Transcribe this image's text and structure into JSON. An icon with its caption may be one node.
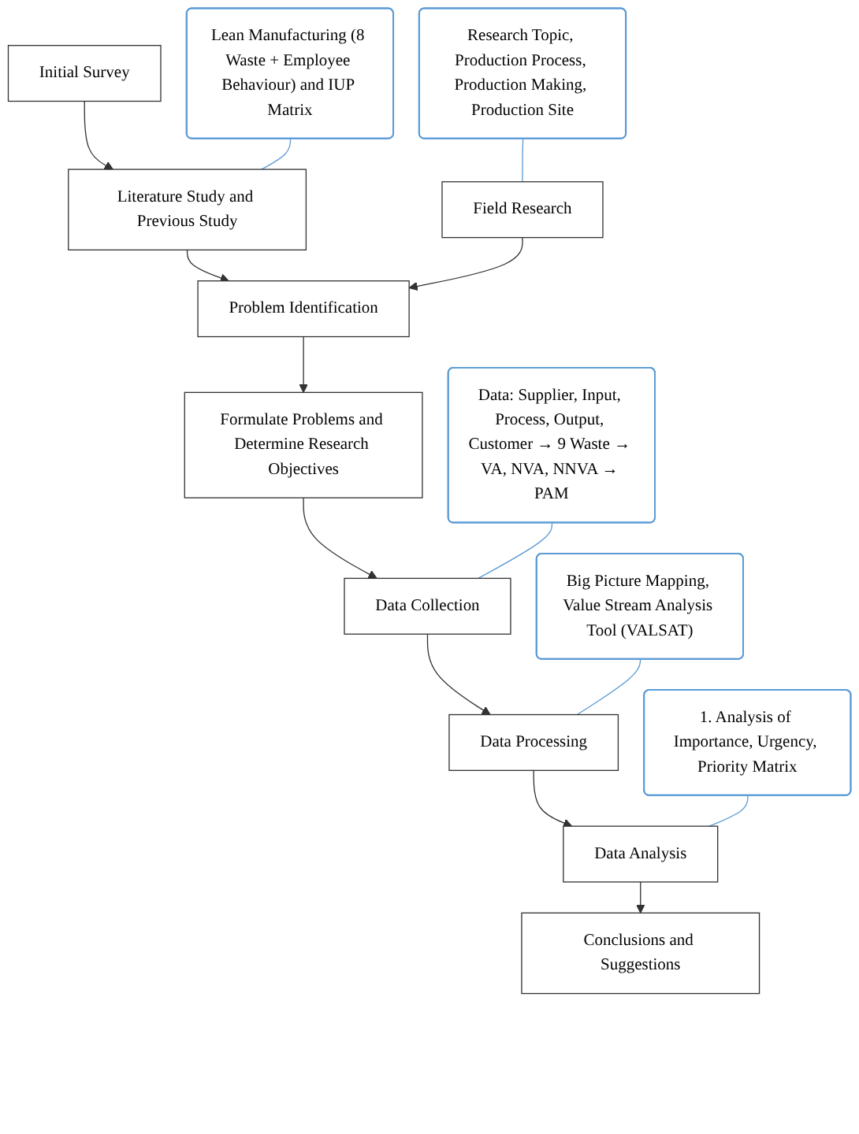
{
  "diagram": {
    "nodes": [
      {
        "text": [
          "Initial Survey"
        ]
      },
      {
        "text": [
          "Literature Study and Previous Study"
        ]
      },
      {
        "text": [
          "Research Topic, Production Process, Production Making, Production Site"
        ]
      },
      {
        "text": [
          "Lean Manufacturing (8 Waste + Employee Behaviour) and IUP Matrix"
        ]
      },
      {
        "text": [
          "Field Research"
        ]
      },
      {
        "text": [
          "Problem Identification"
        ]
      },
      {
        "text": [
          "Formulate Problems and Determine Research Objectives"
        ]
      },
      {
        "text": [
          "Data: Supplier, Input, Process, Output, Customer → 9 Waste → VA, NVA, NNVA → PAM"
        ]
      },
      {
        "text": [
          "Data Collection"
        ]
      },
      {
        "text": [
          "Big Picture Mapping, Value Stream Analysis Tool (VALSAT)"
        ]
      },
      {
        "text": [
          "Data Processing"
        ]
      },
      {
        "text": [
          "1. Analysis of Importance, Urgency, Priority Matrix"
        ]
      },
      {
        "text": [
          "Data Analysis"
        ]
      },
      {
        "text": [
          "Conclusions and Suggestions"
        ]
      }
    ],
    "edges": [
      {
        "from": 0,
        "to": 1,
        "arrow": "to"
      },
      {
        "from": 1,
        "to": 5,
        "arrow": "to"
      },
      {
        "from": 4,
        "to": 5,
        "arrow": "to"
      },
      {
        "from": 2,
        "to": 4,
        "arrow": "none",
        "color": "#5b9bd5"
      },
      {
        "from": 3,
        "to": 1,
        "arrow": "none",
        "color": "#5b9bd5"
      },
      {
        "from": 5,
        "to": 6,
        "arrow": "to"
      },
      {
        "from": 6,
        "to": 8,
        "arrow": "to"
      },
      {
        "from": 7,
        "to": 8,
        "arrow": "none",
        "color": "#5b9bd5"
      },
      {
        "from": 8,
        "to": 10,
        "arrow": "to"
      },
      {
        "from": 9,
        "to": 10,
        "arrow": "none",
        "color": "#5b9bd5"
      },
      {
        "from": 10,
        "to": 12,
        "arrow": "to"
      },
      {
        "from": 11,
        "to": 12,
        "arrow": "none",
        "color": "#5b9bd5"
      },
      {
        "from": 12,
        "to": 13,
        "arrow": "to"
      }
    ]
  }
}
